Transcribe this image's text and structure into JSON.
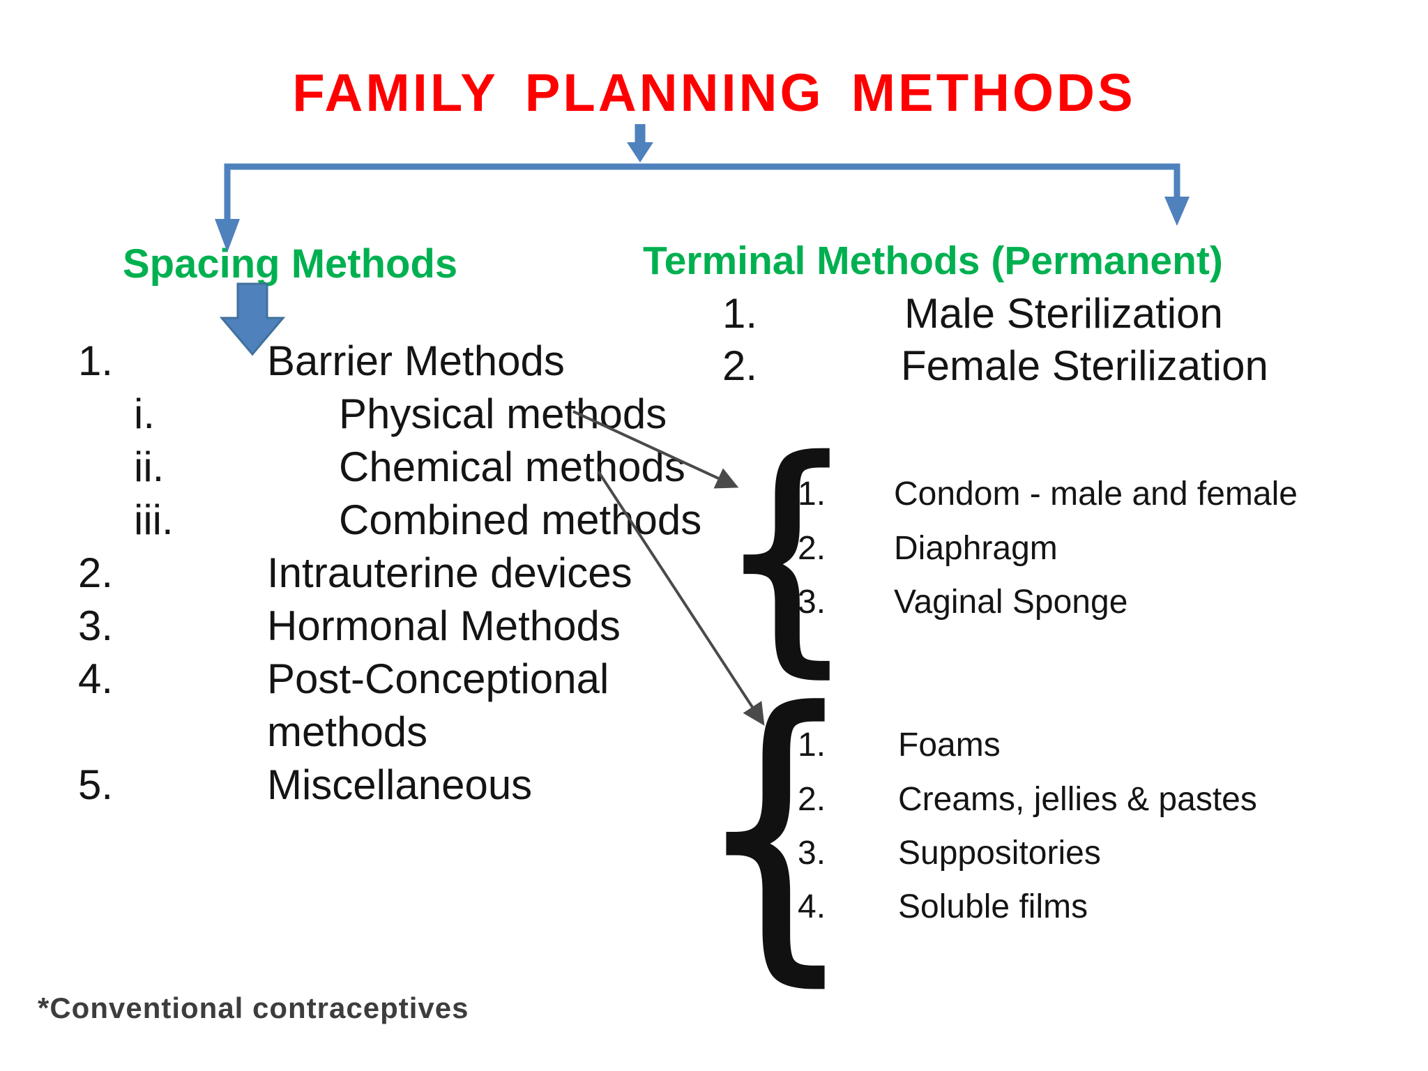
{
  "title": "FAMILY PLANNING METHODS",
  "colors": {
    "title_red": "#FF0000",
    "heading_green": "#00B050",
    "connector_blue": "#4F81BD",
    "connector_blue_dark": "#41719C",
    "text_black": "#141414",
    "pointer_gray": "#4a4a4a",
    "footnote_gray": "#3d3d3d"
  },
  "left": {
    "heading": "Spacing Methods",
    "items": [
      {
        "num": "1.",
        "label": "Barrier Methods"
      },
      {
        "num": "i.",
        "label": "Physical methods"
      },
      {
        "num": "ii.",
        "label": "Chemical methods"
      },
      {
        "num": "iii.",
        "label": "Combined methods"
      },
      {
        "num": "2.",
        "label": "Intrauterine devices"
      },
      {
        "num": "3.",
        "label": "Hormonal Methods"
      },
      {
        "num": "4.",
        "label": "Post-Conceptional"
      },
      {
        "num": "",
        "label": "methods"
      },
      {
        "num": "5.",
        "label": "Miscellaneous"
      }
    ]
  },
  "right": {
    "heading": "Terminal Methods (Permanent)",
    "items": [
      {
        "num": "1.",
        "label": "Male Sterilization"
      },
      {
        "num": "2.",
        "label": "Female Sterilization"
      }
    ]
  },
  "brace_group_1": {
    "items": [
      {
        "num": "1.",
        "label": "Condom - male and female"
      },
      {
        "num": "2.",
        "label": "Diaphragm"
      },
      {
        "num": "3.",
        "label": "Vaginal Sponge"
      }
    ]
  },
  "brace_group_2": {
    "items": [
      {
        "num": "1.",
        "label": "Foams"
      },
      {
        "num": "2.",
        "label": "Creams, jellies & pastes"
      },
      {
        "num": "3.",
        "label": "Suppositories"
      },
      {
        "num": "4.",
        "label": "Soluble films"
      }
    ]
  },
  "footnote": "*Conventional contraceptives",
  "decor": {
    "brace": "{"
  }
}
